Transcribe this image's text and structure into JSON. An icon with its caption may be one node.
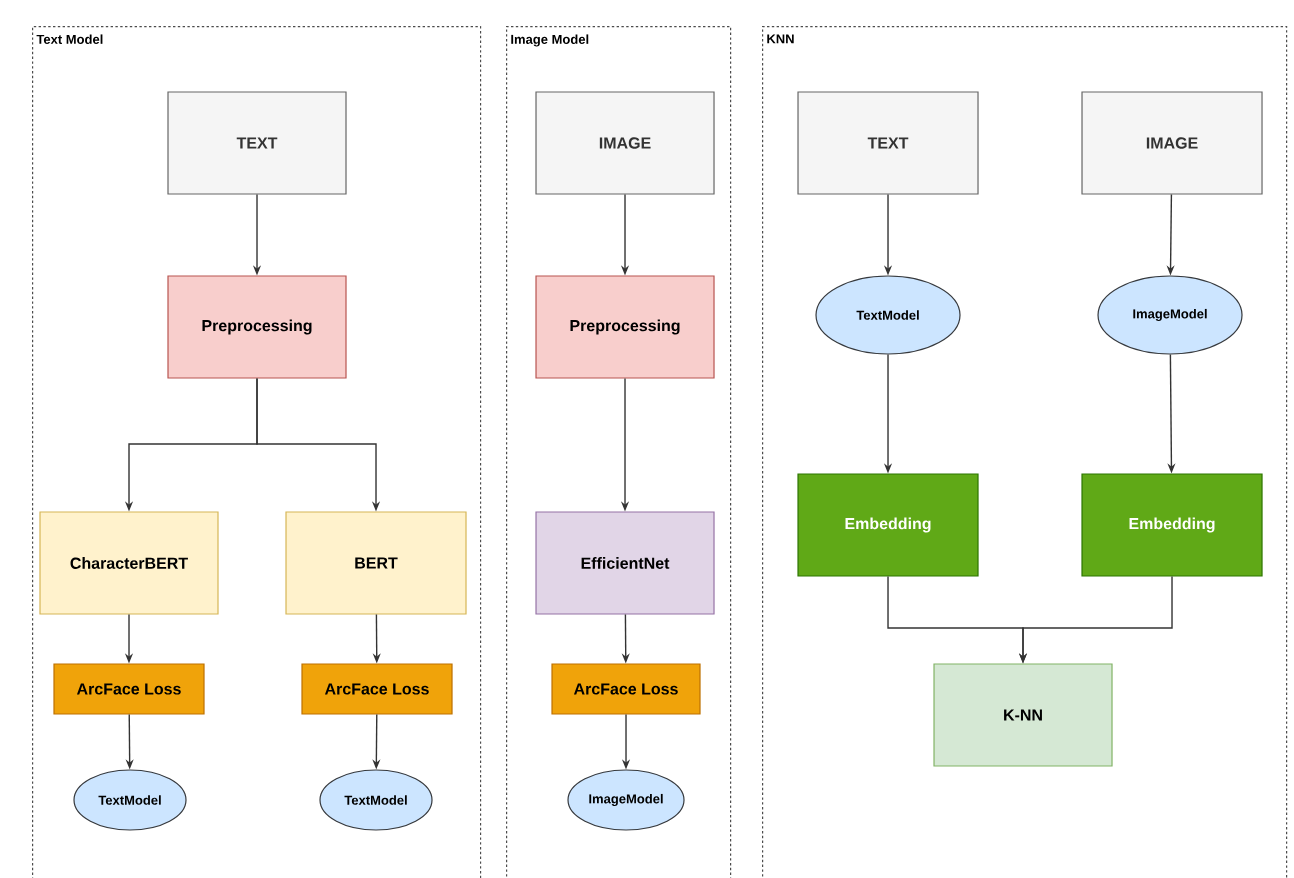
{
  "diagram": {
    "nodes": [
      {
        "text": [
          "Text Model"
        ]
      },
      {
        "text": [
          "TEXT"
        ],
        "in": 0
      },
      {
        "text": [
          "Preprocessing"
        ],
        "in": 0
      },
      {
        "text": [
          "CharacterBERT"
        ],
        "in": 0
      },
      {
        "text": [
          "BERT"
        ],
        "in": 0
      },
      {
        "text": [
          "ArcFace Loss"
        ],
        "in": 0
      },
      {
        "text": [
          "ArcFace Loss"
        ],
        "in": 0
      },
      {
        "text": [
          "TextModel"
        ],
        "in": 0
      },
      {
        "text": [
          "TextModel"
        ],
        "in": 0
      },
      {
        "text": [
          "Image Model"
        ]
      },
      {
        "text": [
          "IMAGE"
        ],
        "in": 9
      },
      {
        "text": [
          "Preprocessing"
        ],
        "in": 9
      },
      {
        "text": [
          "EfficientNet"
        ],
        "in": 9
      },
      {
        "text": [
          "ArcFace Loss"
        ],
        "in": 9
      },
      {
        "text": [
          "ImageModel"
        ],
        "in": 9
      },
      {
        "text": [
          "KNN"
        ]
      },
      {
        "text": [
          "TEXT"
        ],
        "in": 15
      },
      {
        "text": [
          "IMAGE"
        ],
        "in": 15
      },
      {
        "text": [
          "TextModel"
        ],
        "in": 15
      },
      {
        "text": [
          "ImageModel"
        ],
        "in": 15
      },
      {
        "text": [
          "Embedding"
        ],
        "in": 15
      },
      {
        "text": [
          "Embedding"
        ],
        "in": 15
      },
      {
        "text": [
          "K-NN"
        ],
        "in": 15
      }
    ],
    "edges": [
      {
        "from": 1,
        "to": 2,
        "arrow": "to"
      },
      {
        "from": 2,
        "to": 3,
        "arrow": "to"
      },
      {
        "from": 2,
        "to": 4,
        "arrow": "to"
      },
      {
        "from": 3,
        "to": 5,
        "arrow": "to"
      },
      {
        "from": 4,
        "to": 6,
        "arrow": "to"
      },
      {
        "from": 5,
        "to": 7,
        "arrow": "to"
      },
      {
        "from": 6,
        "to": 8,
        "arrow": "to"
      },
      {
        "from": 10,
        "to": 11,
        "arrow": "to"
      },
      {
        "from": 11,
        "to": 12,
        "arrow": "to"
      },
      {
        "from": 12,
        "to": 13,
        "arrow": "to"
      },
      {
        "from": 13,
        "to": 14,
        "arrow": "to"
      },
      {
        "from": 16,
        "to": 18,
        "arrow": "to"
      },
      {
        "from": 17,
        "to": 19,
        "arrow": "to"
      },
      {
        "from": 18,
        "to": 20,
        "arrow": "to"
      },
      {
        "from": 19,
        "to": 21,
        "arrow": "to"
      },
      {
        "from": 20,
        "to": 22,
        "arrow": "to"
      },
      {
        "from": 21,
        "to": 22,
        "arrow": "to"
      }
    ]
  }
}
